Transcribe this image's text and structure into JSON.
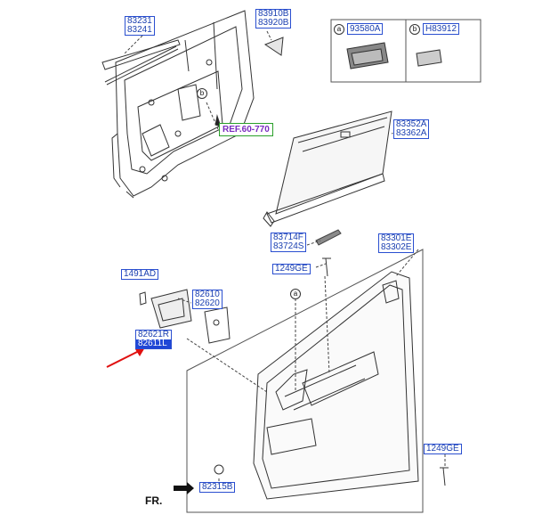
{
  "labels": {
    "l83231": [
      "83231",
      "83241"
    ],
    "l83910": [
      "83910B",
      "83920B"
    ],
    "l93580": "93580A",
    "lH83912": "H83912",
    "ref": "REF.60-770",
    "l83352": [
      "83352A",
      "83362A"
    ],
    "l83714": [
      "83714F",
      "83724S"
    ],
    "l83301": [
      "83301E",
      "83302E"
    ],
    "l1249a": "1249GE",
    "l1491": "1491AD",
    "l82610": [
      "82610",
      "82620"
    ],
    "l82621": [
      "82621R",
      "82611L"
    ],
    "l1249b": "1249GE",
    "l82315": "82315B",
    "fr": "FR."
  },
  "callouts": {
    "a": "a",
    "b": "b"
  },
  "colors": {
    "label_text": "#1a3fb0",
    "highlight": "#1f47d6",
    "arrow": "#e01010",
    "ref_text": "#7a2bbf"
  }
}
